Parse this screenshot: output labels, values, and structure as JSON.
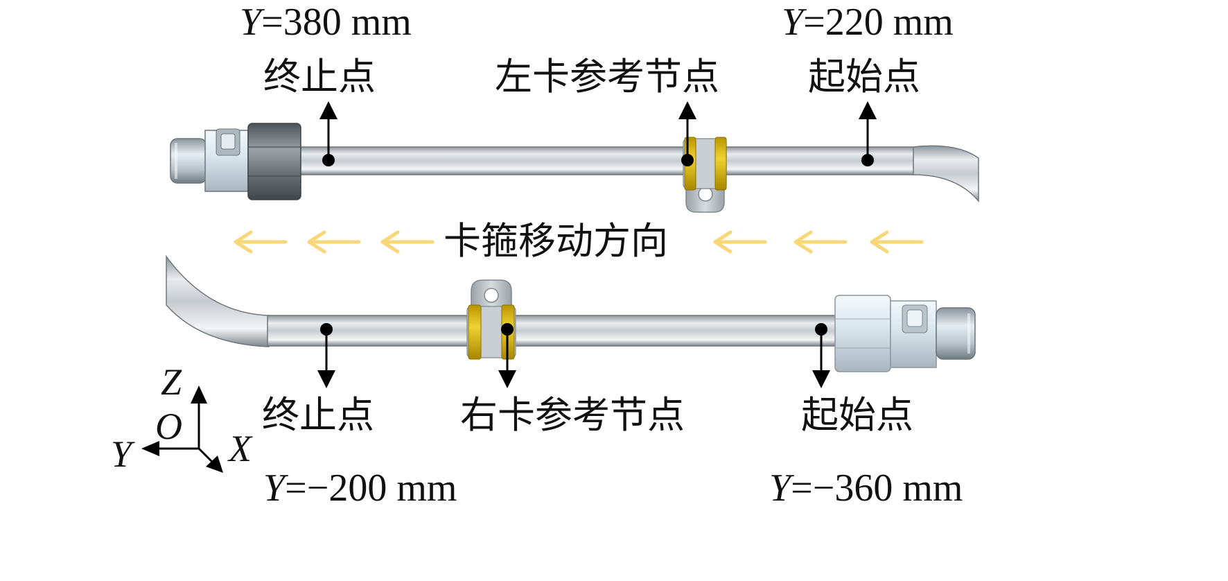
{
  "top": {
    "end_label": "终止点",
    "end_y_var": "Y",
    "end_y_val": "=380 mm",
    "clamp_label": "左卡参考节点",
    "start_label": "起始点",
    "start_y_var": "Y",
    "start_y_val": "=220 mm"
  },
  "middle": {
    "direction_label": "卡箍移动方向"
  },
  "bottom": {
    "end_label": "终止点",
    "end_y_var": "Y",
    "end_y_val": "=−200 mm",
    "clamp_label": "右卡参考节点",
    "start_label": "起始点",
    "start_y_var": "Y",
    "start_y_val": "=−360 mm"
  },
  "axes": {
    "z": "Z",
    "o": "O",
    "y": "Y",
    "x": "X"
  },
  "colors": {
    "pipe": "#c9ced3",
    "clamp_band": "#e6c21a",
    "direction_arrow": "#f7d77a",
    "fitting_light": "#dce8f0",
    "fitting_dark": "#7a8288"
  }
}
